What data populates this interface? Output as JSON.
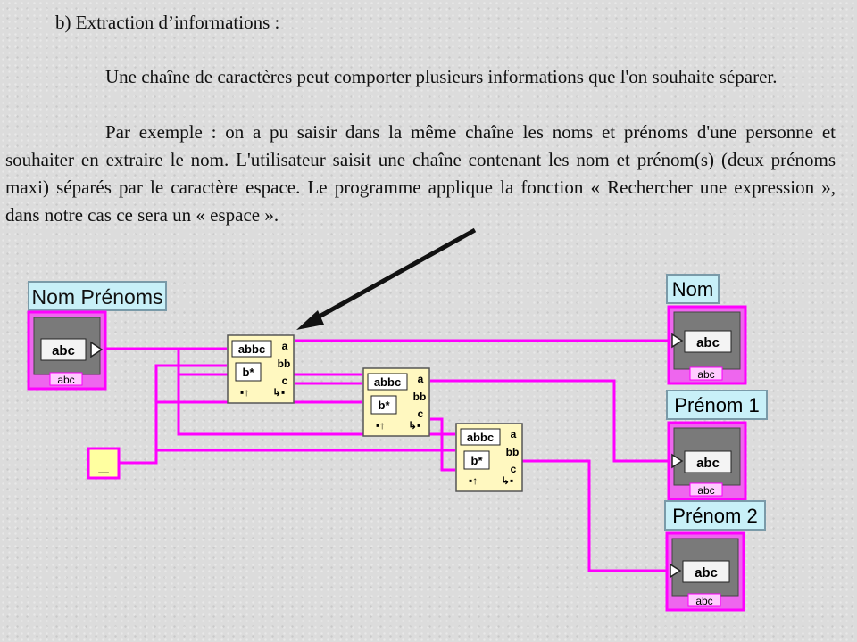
{
  "document": {
    "heading": "b) Extraction d’informations :",
    "paragraph1": "Une chaîne de caractères peut comporter plusieurs informations que l'on souhaite séparer.",
    "paragraph2": "Par exemple : on a pu saisir dans la même chaîne les noms et prénoms d'une personne et souhaiter en extraire le nom. L'utilisateur saisit une chaîne contenant les nom et prénom(s) (deux prénoms maxi) séparés par le caractère espace. Le programme applique la fonction « Rechercher une expression », dans notre cas ce sera un « espace »."
  },
  "diagram": {
    "input_control": {
      "label": "Nom Prénoms",
      "type_text": "abc",
      "tag": "abc"
    },
    "constant": {
      "text": "_"
    },
    "outputs": [
      {
        "label": "Nom",
        "type_text": "abc",
        "tag": "abc"
      },
      {
        "label": "Prénom 1",
        "type_text": "abc",
        "tag": "abc"
      },
      {
        "label": "Prénom 2",
        "type_text": "abc",
        "tag": "abc"
      }
    ],
    "function_nodes": [
      {
        "top_text": "abbc",
        "mid_text": "b*",
        "right_text": "a\nbb\nc"
      },
      {
        "top_text": "abbc",
        "mid_text": "b*",
        "right_text": "a\nbb\nc"
      },
      {
        "top_text": "abbc",
        "mid_text": "b*",
        "right_text": "a\nbb\nc"
      }
    ],
    "colors": {
      "wire": "#ff00ff",
      "node": "#fff8c0",
      "label_bg": "#c8f0f8",
      "label_border": "#7a9aa8"
    }
  }
}
